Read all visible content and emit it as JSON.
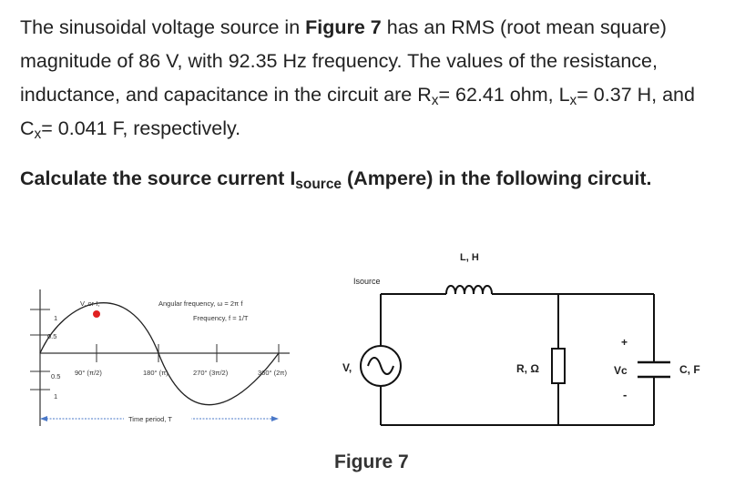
{
  "problem": {
    "p1": "The sinusoidal voltage source in ",
    "fig_ref": "Figure 7",
    "p2": " has an RMS (root mean square) magnitude of 86 V, with 92.35 Hz frequency. The values of the resistance, inductance, and capacitance in the circuit are R",
    "sub_x1": "x",
    "p3": "= 62.41 ohm, L",
    "sub_x2": "x",
    "p4": "= 0.37 H, and C",
    "sub_x3": "x",
    "p5": "= 0.041 F, respectively."
  },
  "question": {
    "q1": "Calculate the source current I",
    "q_sub": "source",
    "q2": " (Ampere) in the following circuit."
  },
  "waveform": {
    "vlabel": "V, or I,",
    "angular": "Angular frequency, ω = 2π f",
    "frequency": "Frequency, f = 1/T",
    "tick_90": "90° (π/2)",
    "tick_180": "180° (π)",
    "tick_270": "270° (3π/2)",
    "tick_360": "360° (2π)",
    "y1": "1",
    "y05": "0.5",
    "yneg05": "0.5",
    "yneg1": "1",
    "time_period": "Time period, T"
  },
  "circuit": {
    "source_label": "Isource",
    "inductor_label": "L, H",
    "vs_label": "V,",
    "resistor_label": "R, Ω",
    "vc_label": "Vc",
    "plus": "+",
    "minus": "-",
    "cap_label": "C, F"
  },
  "caption": "Figure 7"
}
